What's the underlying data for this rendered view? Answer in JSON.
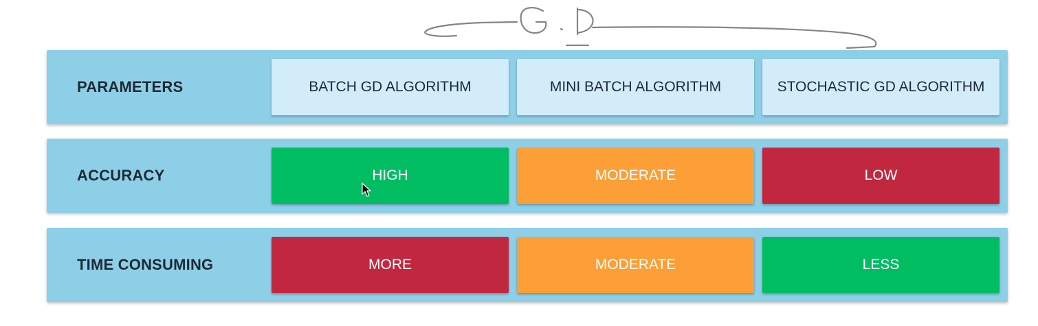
{
  "annotation": {
    "handwritten_text": "G.D"
  },
  "colors": {
    "row_background": "#8ecfe8",
    "header_cell": "#d2ecfa",
    "high": "#00bd62",
    "moderate": "#fb9f36",
    "low": "#c1283f"
  },
  "table": {
    "header": {
      "label": "PARAMETERS",
      "columns": [
        "BATCH GD ALGORITHM",
        "MINI BATCH ALGORITHM",
        "STOCHASTIC GD ALGORITHM"
      ]
    },
    "rows": [
      {
        "label": "ACCURACY",
        "values": [
          {
            "text": "HIGH",
            "color": "#00bd62"
          },
          {
            "text": "MODERATE",
            "color": "#fb9f36"
          },
          {
            "text": "LOW",
            "color": "#c1283f"
          }
        ]
      },
      {
        "label": "TIME CONSUMING",
        "values": [
          {
            "text": "MORE",
            "color": "#c1283f"
          },
          {
            "text": "MODERATE",
            "color": "#fb9f36"
          },
          {
            "text": "LESS",
            "color": "#00bd62"
          }
        ]
      }
    ]
  }
}
